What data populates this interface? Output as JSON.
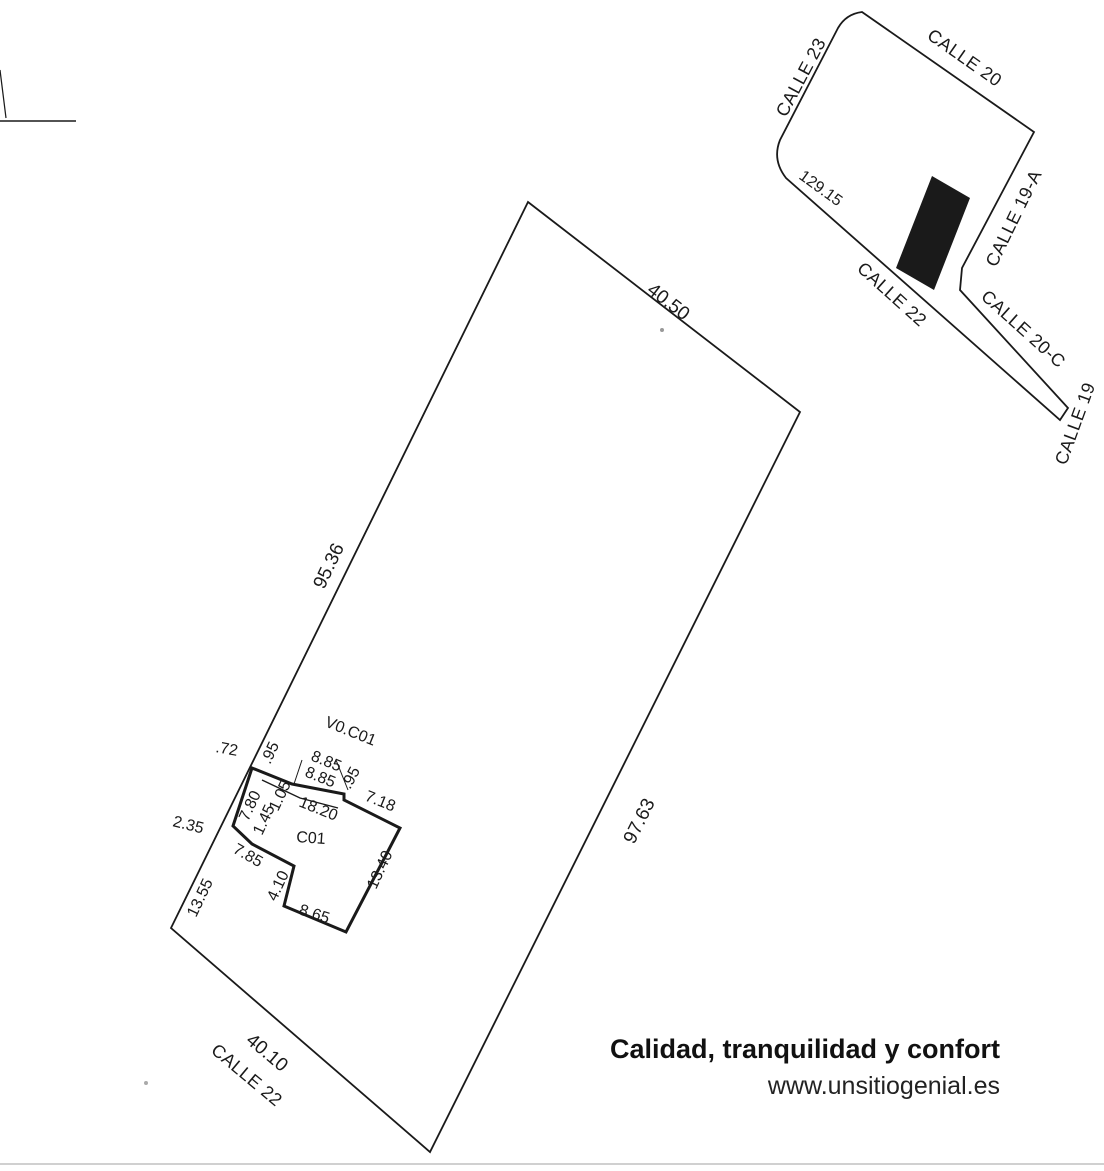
{
  "lot": {
    "sides": {
      "top": "40.50",
      "right": "97.63",
      "left": "95.36",
      "bottom": "40.10",
      "left_lower": "13.55"
    },
    "bottom_street": "CALLE 22"
  },
  "building": {
    "name": "C01",
    "vo_label": "V0.C01",
    "dims": {
      "d_72": ".72",
      "d_95a": ".95",
      "d_8_85a": "8.85",
      "d_8_85b": "8.85",
      "d_95b": ".95",
      "d_7_18": "7.18",
      "d_18_20": "18.20",
      "d_7_80": "7.80",
      "d_1_45": "1.45",
      "d_1_05": "1.05",
      "d_2_35": "2.35",
      "d_7_85": "7.85",
      "d_4_10": "4.10",
      "d_13_40": "13.40",
      "d_8_65": "8.65"
    }
  },
  "location_map": {
    "streets": {
      "calle_23": "CALLE 23",
      "calle_20": "CALLE 20",
      "calle_19a": "CALLE 19-A",
      "calle_22": "CALLE 22",
      "calle_20c": "CALLE 20-C",
      "calle_19": "CALLE 19"
    },
    "frontage": "129.15"
  },
  "footer": {
    "tagline": "Calidad, tranquilidad y confort",
    "website": "www.unsitiogenial.es"
  },
  "colors": {
    "ink": "#1a1a1a",
    "paper": "#ffffff",
    "lot_fill": "#1a1a1a"
  }
}
